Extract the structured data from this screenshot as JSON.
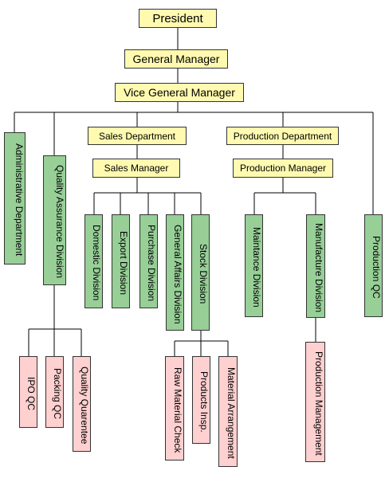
{
  "colors": {
    "executive": "#fffab0",
    "division": "#97cf97",
    "unit": "#ffd0d0",
    "line": "#000000"
  },
  "nodes": {
    "president": "President",
    "general_manager": "General Manager",
    "vice_general_manager": "Vice General Manager",
    "administrative_department": "Administrative Department",
    "quality_assurance_division": "Quality Assurance Division",
    "sales_department": "Sales Department",
    "production_department": "Production Department",
    "sales_manager": "Sales Manager",
    "production_manager": "Production Manager",
    "domestic_division": "Domestic Division",
    "export_division": "Export Division",
    "purchase_division": "Purchase Division",
    "general_affairs_division": "General Affairs Division",
    "stock_division": "Stock Division",
    "maintance_division": "Maintance Division",
    "manufacture_division": "Manufacture Division",
    "production_qc": "Production QC",
    "ipo_qc": "IPO QC",
    "packing_qc": "Packing QC",
    "quality_quarentee": "Quality Quarentee",
    "raw_material_check": "Raw Material Check",
    "products_insp": "Products Insp.",
    "material_arrangement": "Material Arrangement",
    "production_management": "Production Management"
  }
}
